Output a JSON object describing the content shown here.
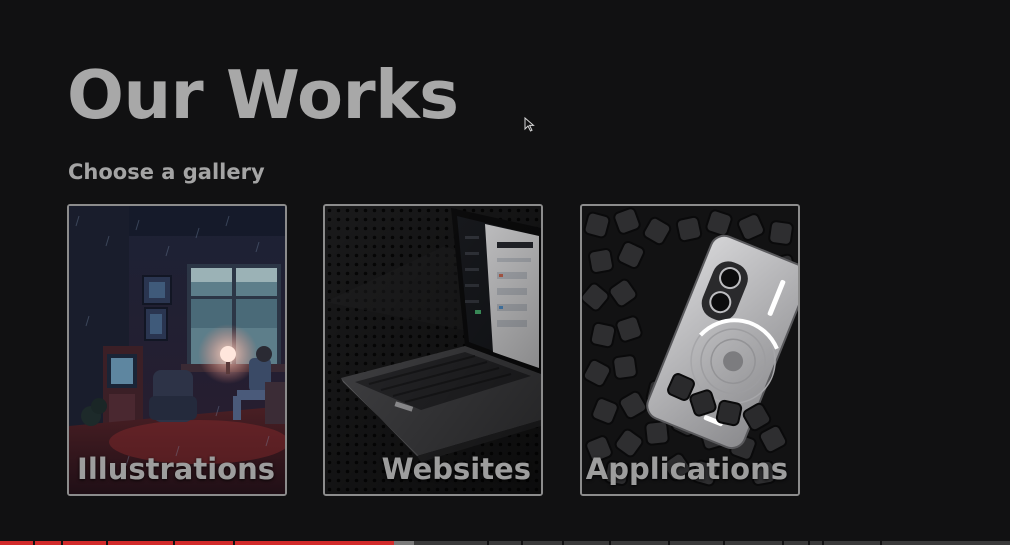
{
  "page": {
    "title": "Our Works",
    "subtitle": "Choose a gallery"
  },
  "galleries": [
    {
      "label": "Illustrations",
      "image": "pixel-art-room-illustration"
    },
    {
      "label": "Websites",
      "image": "laptop-website-render"
    },
    {
      "label": "Applications",
      "image": "phone-on-foam-cubes"
    }
  ],
  "video_progress": {
    "played_fraction": 0.39,
    "buffered_fraction": 0.41
  },
  "colors": {
    "background": "#111112",
    "heading": "#a8a8a8",
    "card_border": "#8c8c8c",
    "progress_played": "#d22b2b"
  }
}
